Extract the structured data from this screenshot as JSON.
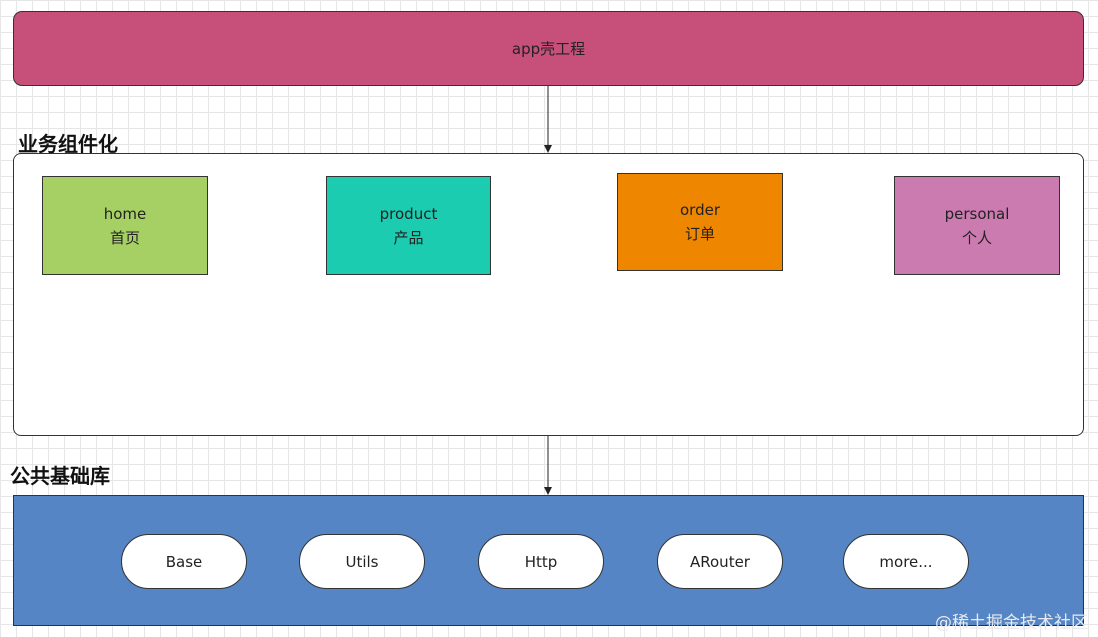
{
  "app_shell": {
    "label": "app壳工程"
  },
  "business_layer": {
    "title": "业务组件化",
    "modules": [
      {
        "name": "home",
        "cn": "首页",
        "color": "#a6d064"
      },
      {
        "name": "product",
        "cn": "产品",
        "color": "#1bccb0"
      },
      {
        "name": "order",
        "cn": "订单",
        "color": "#ee8600"
      },
      {
        "name": "personal",
        "cn": "个人",
        "color": "#cc7bb0"
      }
    ]
  },
  "library_layer": {
    "title": "公共基础库",
    "items": [
      "Base",
      "Utils",
      "Http",
      "ARouter",
      "more..."
    ]
  },
  "watermark": "@稀土掘金技术社区",
  "colors": {
    "app_shell": "#c65079",
    "library": "#5585c4"
  }
}
